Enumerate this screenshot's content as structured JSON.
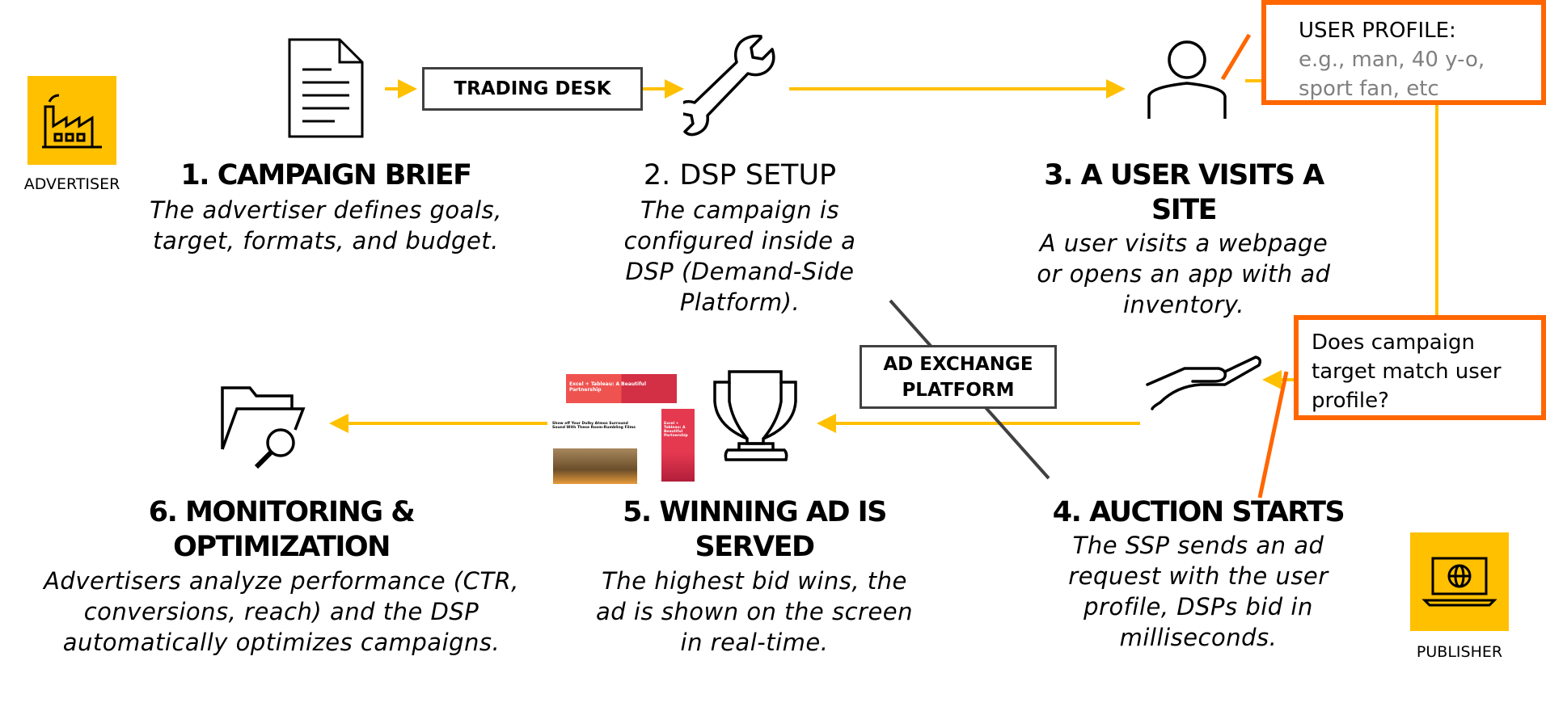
{
  "actors": {
    "advertiser": "ADVERTISER",
    "publisher": "PUBLISHER"
  },
  "labels": {
    "trading_desk": "TRADING DESK",
    "ad_exchange": "AD EXCHANGE PLATFORM"
  },
  "user_profile": {
    "heading": "USER PROFILE:",
    "example": "e.g., man, 40 y-o, sport fan, etc"
  },
  "question": "Does campaign target match user profile?",
  "steps": [
    {
      "title": "1. CAMPAIGN BRIEF",
      "desc": "The advertiser defines goals, target, formats, and budget."
    },
    {
      "title": "2. DSP SETUP",
      "desc": "The campaign is configured inside a DSP (Demand-Side Platform)."
    },
    {
      "title": "3. A USER VISITS A SITE",
      "desc": "A user visits a webpage or opens an app with ad inventory."
    },
    {
      "title": "4. AUCTION STARTS",
      "desc": "The SSP sends an ad request with the user profile, DSPs bid in milliseconds."
    },
    {
      "title": "5. WINNING AD IS SERVED",
      "desc": "The highest bid wins, the ad is shown on the screen in real-time."
    },
    {
      "title": "6. MONITORING & OPTIMIZATION",
      "desc": "Advertisers analyze performance (CTR, conversions, reach) and the DSP automatically optimizes campaigns."
    }
  ],
  "ad_mockup": {
    "banner_text": "Excel + Tableau: A Beautiful Partnership",
    "article_title": "Show off Your Dolby Atmos Surround Sound With These Room-Rumbling Films",
    "side_text": "Excel + Tableau: A Beautiful Partnership"
  },
  "colors": {
    "accent": "#FFC000",
    "highlight": "#FF6600",
    "line": "#404040",
    "muted": "#808080"
  }
}
